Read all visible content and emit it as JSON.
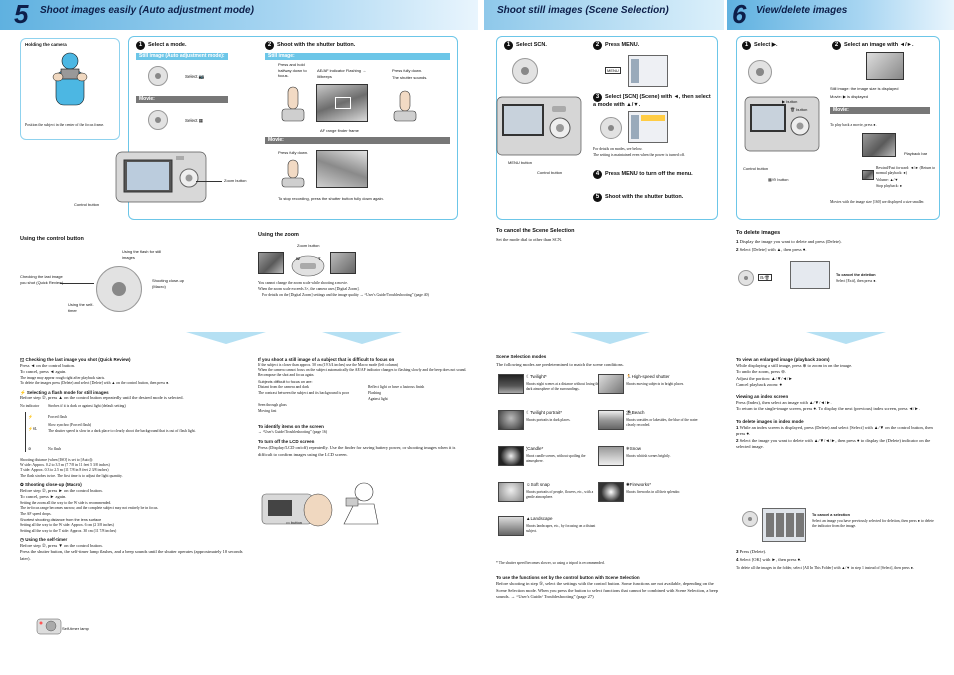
{
  "header": {
    "left_num": "5",
    "left_title": "Shoot images easily (Auto adjustment mode)",
    "mid_title": "Shoot still images (Scene Selection)",
    "right_num": "6",
    "right_title": "View/delete images"
  },
  "holding": {
    "title": "Holding the camera",
    "caption": "Position the subject in the center of the focus frame."
  },
  "mode": {
    "step1": "Select a mode.",
    "bar_still": "Still image (Auto adjustment mode):",
    "select_still": "Select",
    "bar_movie": "Movie:",
    "select_movie": "Select",
    "step2": "Shoot with the shutter button.",
    "bar_still2": "Still image:",
    "press_half": "Press and hold halfway down to focus.",
    "ae_af": "AE/AF indicator Flashing → lit/beeps",
    "press_full": "Press fully down.",
    "shutter_sounds": "The shutter sounds.",
    "af_range": "AF range finder frame",
    "bar_movie2": "Movie:",
    "movie_press": "Press fully down.",
    "stop_recording": "To stop recording, press the shutter button fully down again.",
    "zoom_button": "Zoom button",
    "control_button": "Control button"
  },
  "control": {
    "title": "Using the control button",
    "flash": "Using the flash for still images",
    "review": "Checking the last image you shot (Quick Review)",
    "closeup": "Shooting close-up (Macro)",
    "selftimer": "Using the self-timer"
  },
  "zoom": {
    "title": "Using the zoom",
    "zoom_button": "Zoom button",
    "w": "W",
    "t": "T",
    "notes": [
      "You cannot change the zoom scale while shooting a movie.",
      "When the zoom scale exceeds 3×, the camera uses [Digital Zoom].",
      "For details on the [Digital Zoom] settings and the image quality → “User's Guide/Troubleshooting” (page 40)"
    ]
  },
  "scn": {
    "step1": "Select SCN.",
    "step2": "Press MENU.",
    "menu_label": "MENU",
    "step3": "Select [SCN] (Scene) with ◄, then select a mode with ▲/▼.",
    "notes": [
      "For details on modes, see below.",
      "The setting is maintained even when the power is turned off."
    ],
    "step4": "Press MENU to turn off the menu.",
    "step5": "Shoot with the shutter button.",
    "menu_button": "MENU button",
    "control_button": "Control button",
    "cancel_title": "To cancel the Scene Selection",
    "cancel_text": "Set the mode dial to other than SCN."
  },
  "view": {
    "step1": "Select ▶.",
    "step2": "Select an image with ◄/►.",
    "still_note": "Still image: the image size is displayed",
    "movie_note": "Movie: ▶ is displayed",
    "bar_movie": "Movie:",
    "playback_text": "To play back a movie, press ●.",
    "playback_bar": "Playback bar",
    "rew_ff": "Rewind/Fast forward: ◄/► (Return to normal playback: ●)",
    "volume": "Volume: ▲/▼",
    "stop": "Stop playback: ●",
    "small_note": "Movies with the image size [160] are displayed a size smaller.",
    "button_label": "button",
    "control_button": "Control button",
    "delete_title": "To delete images",
    "delete_1": "Display the image you want to delete and press (Delete).",
    "delete_2": "Select [Delete] with ▲, then press ●.",
    "cancel_del_title": "To cancel the deletion",
    "cancel_del_text": "Select [Exit], then press ●."
  },
  "lower_left": {
    "quick_title": "Checking the last image you shot (Quick Review)",
    "quick_1": "Press ◄ on the control button.",
    "quick_2": "To cancel, press ◄ again.",
    "quick_notes": [
      "The image may appear rough right after playback starts.",
      "To delete the images press (Delete) and select [Delete] with ▲ on the control button, then press ●."
    ],
    "flash_title": "Selecting a flash mode for still images",
    "flash_1": "Before step ②, press ▲ on the control button repeatedly until the desired mode is selected.",
    "no_indicator": "No indicator",
    "no_indicator_text": "Strobes if it is dark or against light (default setting)",
    "forced": "Forced flash",
    "slow": "Slow synchro (Forced flash)",
    "slow_text": "The shutter speed is slow in a dark place to clearly shoot the background that is out of flash light.",
    "noflash": "No flash",
    "flash_notes": [
      "Shooting distance (when [ISO] is set to [Auto]):",
      "W side: Approx. 0.2 to 3.5 m (7 7/8 in 11 feet 5 3/8 inches)",
      "T side: Approx. 0.3 to 2.5 m (11 7/8 in 8 feet 2 3/8 inches)",
      "The flash strobes twice. The first time is to adjust the light quantity."
    ],
    "macro_title": "Shooting close-up (Macro)",
    "macro_1": "Before step ②, press ► on the control button.",
    "macro_2": "To cancel, press ► again.",
    "macro_notes": [
      "Setting the zoom all the way to the W side is recommended.",
      "The in-focus range becomes narrow, and the complete subject may not entirely be in focus.",
      "The AF speed drops."
    ],
    "macro_dist": "Shortest shooting distance from the lens surface",
    "macro_w": "Setting all the way to the W side: Approx. 6 cm (2 3/8 inches)",
    "macro_t": "Setting all the way to the T side: Approx. 30 cm (11 7/8 inches)",
    "timer_title": "Using the self-timer",
    "timer_1": "Before step ②, press ▼ on the control button.",
    "timer_2": "Press the shutter button, the self-timer lamp flashes, and a beep sounds until the shutter operates (approximately 10 seconds later).",
    "timer_lamp": "Self-timer lamp"
  },
  "lower_mid_left": {
    "difficult_title": "If you shoot a still image of a subject that is difficult to focus on",
    "difficult_notes": [
      "If the subject is closer than approx. 50 cm (19 3/4 inches) use the Macro mode (left column)",
      "When the camera cannot focus on the subject automatically the AE/AF indicator changes to flashing slowly and the beep does not sound. Recompose the shot and focus again."
    ],
    "subjects_title": "Subjects difficult to focus on are:",
    "subjects": [
      "Distant from the camera and dark",
      "The contrast between the subject and its background is poor",
      "Seen through glass",
      "Moving fast",
      "Reflect light or have a lustrous finish",
      "Flashing",
      "Against light"
    ],
    "identify_title": "To identify items on the screen",
    "identify_text": "→ “User's Guide/Troubleshooting” (page 16)",
    "lcd_title": "To turn off the LCD screen",
    "lcd_text": "Press (Display/LCD on/off) repeatedly. Use the finder for saving battery power, or shooting images when it is difficult to confirm images using the LCD screen.",
    "button_label": "button"
  },
  "lower_mid_right": {
    "modes_title": "Scene Selection modes",
    "modes_intro": "The following modes are predetermined to match the scene conditions.",
    "scenes": [
      {
        "name": "Twilight*",
        "desc": "Shoots night scenes at a distance without losing the dark atmosphere of the surroundings."
      },
      {
        "name": "High-speed shutter",
        "desc": "Shoots moving subjects in bright places."
      },
      {
        "name": "Twilight portrait*",
        "desc": "Shoots portraits in dark places."
      },
      {
        "name": "Beach",
        "desc": "Shoots seasides or lakesides, the blue of the water clearly recorded."
      },
      {
        "name": "Candle*",
        "desc": "Shoot candle scenes, without spoiling the atmosphere."
      },
      {
        "name": "Snow",
        "desc": "Shoots whitish scenes brightly."
      },
      {
        "name": "Soft snap",
        "desc": "Shoots portraits of people, flowers, etc., with a gentle atmosphere."
      },
      {
        "name": "Fireworks*",
        "desc": "Shoots fireworks in all their splendor."
      },
      {
        "name": "Landscape",
        "desc": "Shoots landscapes, etc., by focusing on a distant subject."
      }
    ],
    "shutter_note": "* The shutter speed becomes slower, so using a tripod is recommended.",
    "functions_title": "To use the functions set by the control button with Scene Selection",
    "functions_text": "Before shooting in step ⑤, select the settings with the control button. Some functions are not available, depending on the Scene Selection mode. When you press the button to select functions that cannot be combined with Scene Selection, a beep sounds. → “User's Guide/ Troubleshooting” (page 27)"
  },
  "lower_right": {
    "enlarged_title": "To view an enlarged image (playback zoom)",
    "enlarged_lines": [
      "While displaying a still image, press ⊕ to zoom in on the image.",
      "To undo the zoom, press ⊖.",
      "Adjust the portion: ▲/▼/◄/►",
      "Cancel playback zoom: ●"
    ],
    "index_title": "Viewing an index screen",
    "index_lines": [
      "Press (Index), then select an image with ▲/▼/◄/►.",
      "To return to the single-image screen, press ●. To display the next (previous) index screen, press ◄/►."
    ],
    "delete_index_title": "To delete images in index mode",
    "delete_index_1": "While an index screen is displayed, press (Delete) and select [Select] with ▲/▼ on the control button, then press ●.",
    "delete_index_2": "Select the image you want to delete with ▲/▼/◄/►, then press ● to display the (Delete) indicator on the selected image.",
    "cancel_sel_title": "To cancel a selection",
    "cancel_sel_text": "Select an image you have previously selected for deletion, then press ● to delete the indicator from the image.",
    "delete_index_3": "Press (Delete).",
    "delete_index_4": "Select [OK] with ►, then press ●.",
    "delete_index_note": "To delete all the images in the folder, select [All In This Folder] with ▲/▼ in step 1 instead of [Select], then press ●."
  },
  "colors": {
    "accent": "#6cc6e8",
    "header": "#5fb1e0",
    "title": "#0d1f4a"
  }
}
